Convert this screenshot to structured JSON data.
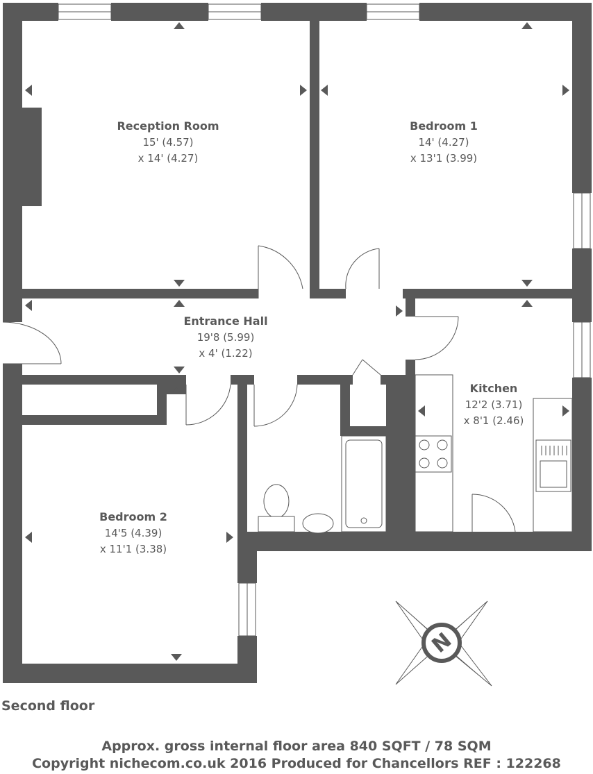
{
  "rooms": {
    "reception": {
      "name": "Reception Room",
      "dim1": "15' (4.57)",
      "dim2": "x 14' (4.27)"
    },
    "bedroom1": {
      "name": "Bedroom 1",
      "dim1": "14' (4.27)",
      "dim2": "x 13'1 (3.99)"
    },
    "hall": {
      "name": "Entrance Hall",
      "dim1": "19'8 (5.99)",
      "dim2": "x 4' (1.22)"
    },
    "kitchen": {
      "name": "Kitchen",
      "dim1": "12'2 (3.71)",
      "dim2": "x 8'1 (2.46)"
    },
    "bedroom2": {
      "name": "Bedroom 2",
      "dim1": "14'5 (4.39)",
      "dim2": "x 11'1 (3.38)"
    }
  },
  "floor_label": "Second floor",
  "footer": {
    "area": "Approx. gross internal floor area 840 SQFT / 78 SQM",
    "copyright": "Copyright nichecom.co.uk 2016 Produced for Chancellors REF : 122268"
  },
  "compass": {
    "letter": "N",
    "icon": "compass-rose-icon"
  },
  "colors": {
    "wall": "#595959",
    "background": "#ffffff"
  }
}
